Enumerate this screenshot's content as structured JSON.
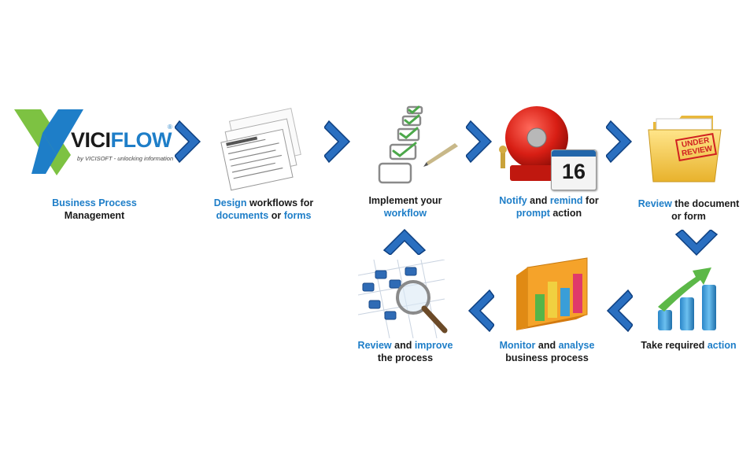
{
  "brand": {
    "name_part1": "VICI",
    "name_part2": "FLOW",
    "registered": "®",
    "tagline": "by VICISOFT - unlocking information",
    "colors": {
      "green": "#7dc242",
      "blue": "#1e7ec8",
      "dark": "#1a1a1a"
    }
  },
  "steps": {
    "s1": {
      "line1_blue": "Business Process",
      "line2": "Management"
    },
    "s2": {
      "line1_blue": "Design",
      "line1_rest": " workflows for",
      "line2_blue_a": "documents",
      "line2_mid": " or ",
      "line2_blue_b": "forms"
    },
    "s3": {
      "line1": "Implement your",
      "line2_blue": "workflow"
    },
    "s4": {
      "line1_blue_a": "Notify",
      "line1_mid": " and ",
      "line1_blue_b": "remind",
      "line1_rest": " for",
      "line2_blue": "prompt",
      "line2_rest": " action"
    },
    "s5": {
      "line1_blue": "Review",
      "line1_rest": " the document",
      "line2": "or form"
    },
    "s6": {
      "line1": "Take required ",
      "line1_blue": "action"
    },
    "s7": {
      "line1_blue": "Monitor",
      "line1_mid": " and ",
      "line1_blue_b": "analyse",
      "line2": "business process"
    },
    "s8": {
      "line1_blue": "Review",
      "line1_mid": " and ",
      "line1_blue_b": "improve",
      "line2": "the process"
    }
  },
  "calendar": {
    "day": "16"
  },
  "folder_stamp": {
    "line1": "UNDER",
    "line2": "REVIEW"
  },
  "icons": [
    "viciflow-logo",
    "documents-icon",
    "checklist-icon",
    "alarm-bell-icon",
    "calendar-icon",
    "folder-icon",
    "bar-chart-arrow-icon",
    "3d-chart-icon",
    "magnifier-network-icon",
    "chevron-icon"
  ]
}
